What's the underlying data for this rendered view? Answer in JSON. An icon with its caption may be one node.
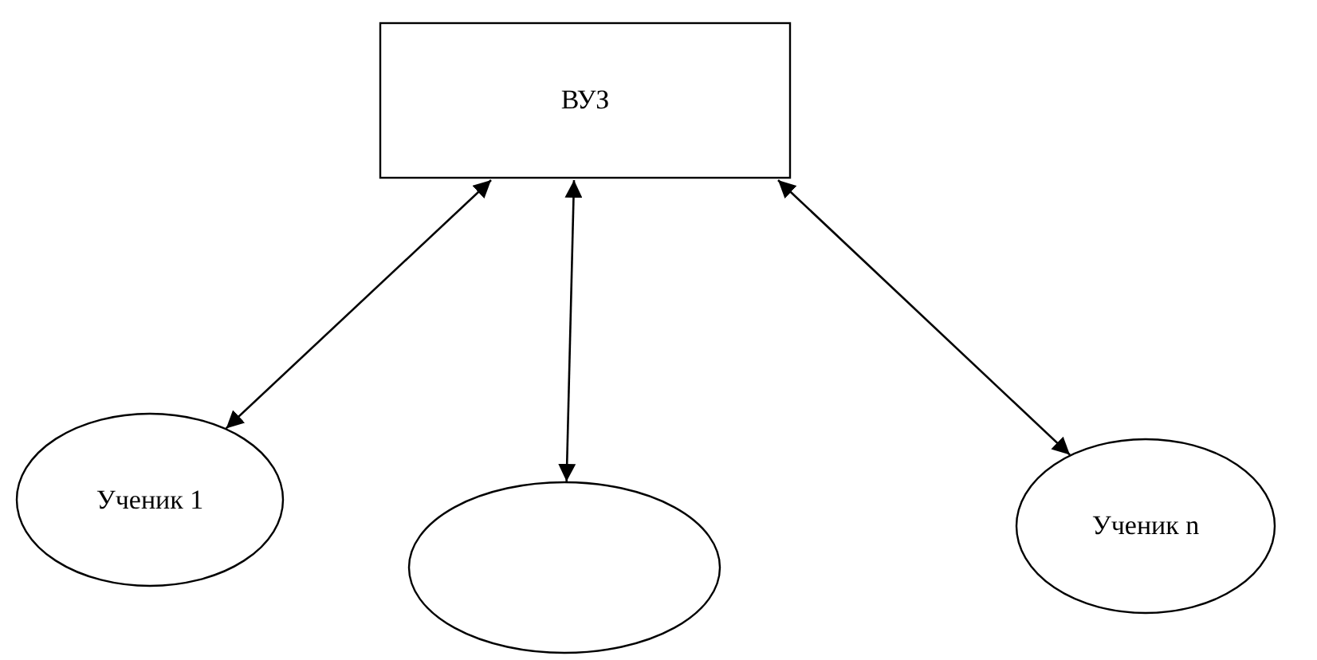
{
  "diagram": {
    "nodes": [
      {
        "text": [
          "ВУЗ"
        ]
      },
      {
        "text": [
          "Ученик 1"
        ]
      },
      {
        "text": [],
        "shape": "ellipse"
      },
      {
        "text": [
          "Ученик n"
        ]
      }
    ],
    "edges": [
      {
        "from": 0,
        "to": 1,
        "arrow": "both"
      },
      {
        "from": 0,
        "to": 2,
        "arrow": "both"
      },
      {
        "from": 0,
        "to": 3,
        "arrow": "both"
      }
    ]
  }
}
